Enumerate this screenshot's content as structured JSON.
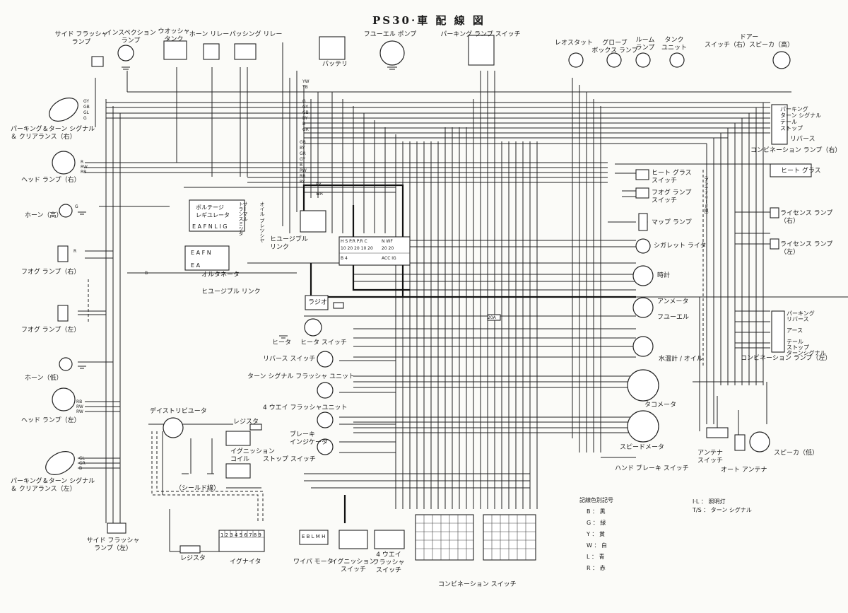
{
  "title": "PS30·車 配 線 図",
  "components": {
    "side_flasher_top": "サイド フラッシャ\nランプ",
    "inspection_lamp": "インスペクション\nランプ",
    "washer_tank": "ウオッシャ\nタンク",
    "horn_relay": "ホーン リレー",
    "passing_relay": "パッシング リレー",
    "battery": "バッテリ",
    "fuel_pump": "フユーエル ポンプ",
    "parking_lamp_switch": "パーキング ランプ スイッチ",
    "rheostat": "レオスタット",
    "glove_box_lamp": "グローブ\nボックス ランプ",
    "room_lamp": "ルーム\nランプ",
    "tank_unit": "タンク\nユニット",
    "door_switch_speaker_hi": "ドアー\nスイッチ（右）スピーカ（高）",
    "parking_turn_right": "パーキング＆ターン シグナル\n＆ クリアランス（右）",
    "head_lamp_right": "ヘッド ランプ（右）",
    "horn_hi": "ホーン（高）",
    "fog_lamp_right": "フオグ ランプ（右）",
    "fog_lamp_left": "フオグ ランプ（左）",
    "horn_lo": "ホーン（低）",
    "head_lamp_left": "ヘッド ランプ（左）",
    "parking_turn_left": "パーキング＆ターン シグナル\n＆ クリアランス（左）",
    "side_flasher_bottom": "サイド フラッシャ\nランプ（左）",
    "voltage_regulator": "ボルテージ\nレギユレータ",
    "alternator": "オルタネータ",
    "fusible_link_a": "ヒユージブル リンク",
    "fusible_link_b": "ヒユージブル\nリンク",
    "thermal_transmitter": "サーマル\nトランスミツタ",
    "oil_pressure": "オイル プレツシヤ",
    "radio": "ラジオ",
    "heater": "ヒータ",
    "heater_switch": "ヒータ スイッチ",
    "reverse_switch": "リバース スイッチ",
    "turn_flasher_unit": "ターン シグナル フラッシャ ユニット",
    "four_way_flasher_unit": "4 ウエイ フラッシャユニット",
    "brake_indicator": "ブレーキ\nインジケータ",
    "stop_switch": "ストップ スイッチ",
    "distributor": "デイストリビユータ",
    "resistor_top": "レジスタ",
    "ignition_coil": "イグニッション\nコイル",
    "shield_wire": "（シールド線）",
    "igniter": "イグナイタ",
    "resistor_bottom": "レジスタ",
    "wiper_motor": "ワイパ モータ",
    "ignition_switch": "イグニッション\nスイッチ",
    "four_way_flasher_switch": "4 ウエイ\nフラッシャ\nスイッチ",
    "combination_switch": "コンビネーション スイッチ",
    "comb_lamp_right": "コンビネーション ランプ（右）",
    "comb_lamp_right_items": "パーキング\nターン シグナル\nテール\nストップ",
    "reverse_label": "リバース",
    "heat_glass_switch": "ヒート グラス\nスイッチ",
    "heat_glass": "ヒート グラス",
    "fog_lamp_switch": "フオグ ランプ\nスイッチ",
    "map_lamp": "マップ ランプ",
    "license_lamp_right": "ライセンス ランプ\n（右）",
    "license_lamp_left": "ライセンス ランプ\n（左）",
    "cigarette_lighter": "シガレット ライタ",
    "clock": "時計",
    "ammeter": "アンメータ",
    "fuel_gauge": "フユーエル",
    "water_oil_gauge": "水温計 / オイル",
    "tachometer": "タコメータ",
    "speedometer": "スピードメータ",
    "hand_brake_switch": "ハンド ブレーキ スイッチ",
    "comb_lamp_left_items": "パーキング\nリバース\n\nアース\n\nテール\nストップ\nターンシグナル",
    "comb_lamp_left": "コンビネーション ランプ（左）",
    "antenna_switch": "アンテナ\nスイッチ",
    "auto_antenna": "オート アンテナ",
    "speaker_lo": "スピーカ（低）",
    "lead_wire": "（アンテナ リード線）"
  },
  "legend": {
    "title": "記線色別記号",
    "items": [
      "B ： 黒",
      "G ： 緑",
      "Y ： 黄",
      "W ： 白",
      "L ： 青",
      "R ： 赤"
    ],
    "notes": [
      "I·L ： 照明灯",
      "T/S ： ターン シグナル"
    ]
  },
  "wire_codes_left": [
    "GY",
    "GB",
    "GL",
    "G",
    "R",
    "RW",
    "RB",
    "G",
    "R",
    "B",
    "RB",
    "RW",
    "RW",
    "GL",
    "GR",
    "B"
  ],
  "wire_codes_center": [
    "YW",
    "YB",
    "G",
    "GY",
    "GB",
    "BY",
    "B",
    "GR",
    "GB",
    "BY",
    "GR",
    "GY",
    "B",
    "RW",
    "RB",
    "RY",
    "BY",
    "WR"
  ],
  "regulator_terminals": "E A F N L I G",
  "alternator_terminals_top": "E A F N",
  "alternator_terminals_bottom": "E A",
  "fuse_rows": [
    "H S  P.R  P.R  C",
    "10 20 20 10 20",
    "B  4",
    "N  WF",
    "20 20",
    "ACC IG"
  ],
  "igniter_terminals": "1 2 3 4 5 6 7 8 9",
  "wiper_terminals": "E B L M H",
  "fuse_note": "20A"
}
